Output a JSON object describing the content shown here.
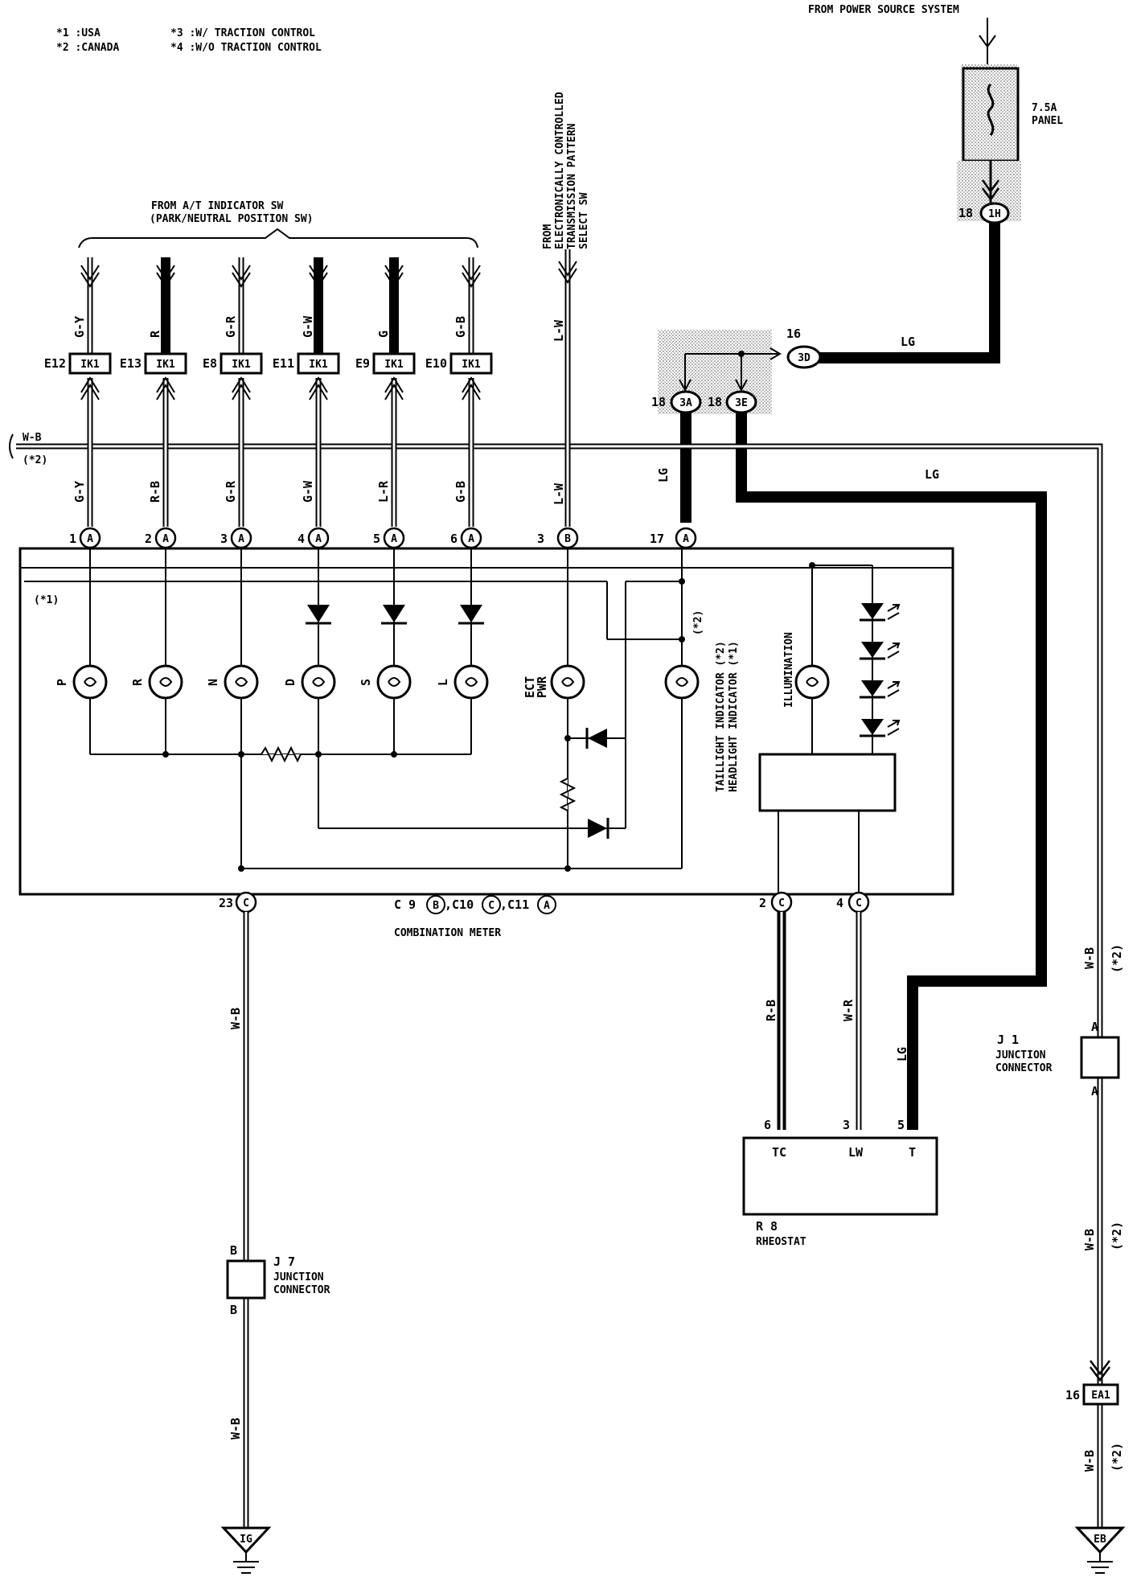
{
  "legend": {
    "n1": "*1 :USA",
    "n2": "*2 :CANADA",
    "n3": "*3 :W/ TRACTION CONTROL",
    "n4": "*4 :W/O TRACTION CONTROL"
  },
  "power_source": "FROM POWER SOURCE SYSTEM",
  "fuse": {
    "rating": "7.5A",
    "name": "PANEL",
    "pin": "18",
    "connector": "1H"
  },
  "at_indicator": {
    "line1": "FROM A/T INDICATOR SW",
    "line2": "(PARK/NEUTRAL POSITION SW)"
  },
  "ect_select": {
    "line1": "FROM",
    "line2": "ELECTRONICALLY CONTROLLED",
    "line3": "TRANSMISSION PATTERN",
    "line4": "SELECT SW"
  },
  "at_wires": [
    {
      "top": "G-Y",
      "conn": "E12",
      "ik": "IK1",
      "bottom": "G-Y",
      "pin": "1",
      "letter": "A",
      "lamp": "P"
    },
    {
      "top": "R",
      "conn": "E13",
      "ik": "IK1",
      "bottom": "R-B",
      "pin": "2",
      "letter": "A",
      "lamp": "R"
    },
    {
      "top": "G-R",
      "conn": "E8",
      "ik": "IK1",
      "bottom": "G-R",
      "pin": "3",
      "letter": "A",
      "lamp": "N"
    },
    {
      "top": "G-W",
      "conn": "E11",
      "ik": "IK1",
      "bottom": "G-W",
      "pin": "4",
      "letter": "A",
      "lamp": "D"
    },
    {
      "top": "G",
      "conn": "E9",
      "ik": "IK1",
      "bottom": "L-R",
      "pin": "5",
      "letter": "A",
      "lamp": "S"
    },
    {
      "top": "G-B",
      "conn": "E10",
      "ik": "IK1",
      "bottom": "G-B",
      "pin": "6",
      "letter": "A",
      "lamp": "L"
    }
  ],
  "ect_wire": {
    "top": "L-W",
    "bottom": "L-W",
    "pin": "3",
    "letter": "B",
    "lamp1": "ECT",
    "lamp2": "PWR"
  },
  "lg_wires": {
    "top": "LG",
    "left": "LG",
    "right": "LG",
    "down": "LG"
  },
  "junction_3": {
    "pin16": "16",
    "c3d": "3D",
    "pin18a": "18",
    "c3a": "3A",
    "pin18e": "18",
    "c3e": "3E"
  },
  "pin17": {
    "pin": "17",
    "letter": "A"
  },
  "wb_left": {
    "label": "W-B",
    "note": "(*2)"
  },
  "meter": {
    "note1": "(*1)",
    "note2": "(*2)",
    "indicator1": "TAILLIGHT INDICATOR (*2)",
    "indicator2": "HEADLIGHT INDICATOR (*1)",
    "illumination": "ILLUMINATION",
    "label1": "C 9",
    "l1": "B",
    "label2": ",C10",
    "l2": "C",
    "label3": ",C11",
    "l3": "A",
    "name": "COMBINATION METER"
  },
  "bottom_pins": [
    {
      "pin": "23",
      "letter": "C",
      "wire": "W-B"
    },
    {
      "pin": "2",
      "letter": "C",
      "wire": "R-B"
    },
    {
      "pin": "4",
      "letter": "C",
      "wire": "W-R"
    }
  ],
  "rheostat": {
    "code": "R 8",
    "name": "RHEOSTAT",
    "p6": "6",
    "p3": "3",
    "p5": "5",
    "tc": "TC",
    "lw": "LW",
    "t": "T"
  },
  "j7": {
    "code": "J 7",
    "line1": "JUNCTION",
    "line2": "CONNECTOR",
    "top": "B",
    "bottom": "B",
    "wire": "W-B",
    "ground": "IG"
  },
  "j1": {
    "code": "J 1",
    "line1": "JUNCTION",
    "line2": "CONNECTOR",
    "top": "A",
    "bottom": "A",
    "wire1": "W-B",
    "wire2": "W-B",
    "wire3": "W-B",
    "note": "(*2)",
    "pin": "16",
    "conn": "EA1",
    "ground": "EB"
  }
}
